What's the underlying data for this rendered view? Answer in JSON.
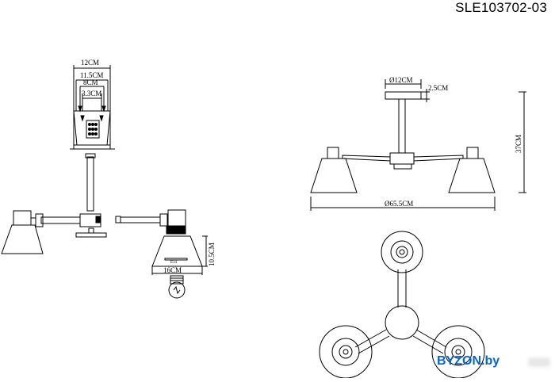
{
  "model_code": "SLE103702-03",
  "watermark": "BYZON.by",
  "dimensions": {
    "canopy_width": "12CM",
    "canopy_inner_1": "11.5CM",
    "canopy_inner_2": "8CM",
    "canopy_screw": "3.3CM",
    "shade_width": "16CM",
    "shade_height": "10.5CM",
    "base_diameter": "Ø12CM",
    "base_height": "2.5CM",
    "total_height": "37CM",
    "total_diameter": "Ø65.5CM"
  },
  "bulb_label": "E14"
}
